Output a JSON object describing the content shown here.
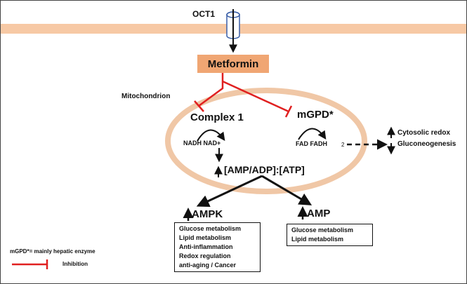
{
  "transporter": {
    "label": "OCT1"
  },
  "drug": {
    "label": "Metformin"
  },
  "compartment": {
    "label": "Mitochondrion"
  },
  "complex1": {
    "label": "Complex 1",
    "cofactors": "NADH NAD+"
  },
  "mgpd": {
    "label": "mGPD*",
    "cofactors": "FAD FADH",
    "subscript": "2"
  },
  "ratio": {
    "label": "[AMP/ADP]:[ATP]"
  },
  "cytosolic": {
    "line1": "Cytosolic redox",
    "line2": "Gluconeogenesis"
  },
  "ampk": {
    "label": "AMPK",
    "effects": [
      "Glucose metabolism",
      "Lipid metabolism",
      "Anti-inflammation",
      "Redox regulation",
      "anti-aging / Cancer"
    ]
  },
  "amp": {
    "label": "AMP",
    "effects": [
      "Glucose metabolism",
      "Lipid metabolism"
    ]
  },
  "legend": {
    "footnote": "mGPD*= mainly hepatic enzyme",
    "inhibition": "Inhibition"
  },
  "colors": {
    "membrane": "#f7c9a5",
    "metformin_box": "#f0a673",
    "inhibition": "#e02020",
    "mitochondrion_outline": "#f0c7a6",
    "transporter": "#3a5fa8"
  }
}
